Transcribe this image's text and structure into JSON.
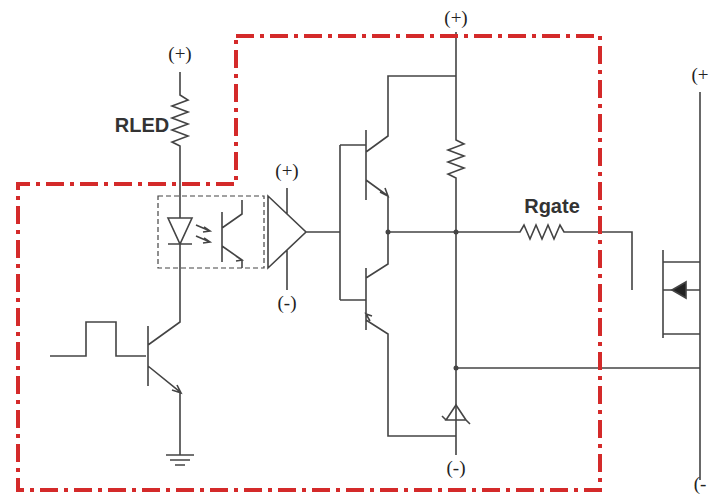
{
  "diagram": {
    "labels": [
      "(+)",
      "RLED",
      "(+)",
      "(-)",
      "(+)",
      "Rgate",
      "(-)",
      "(+",
      "(-"
    ]
  }
}
